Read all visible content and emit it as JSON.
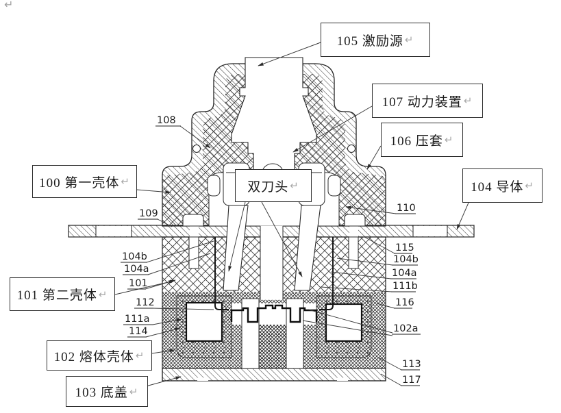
{
  "page": {
    "paragraph_mark": "↵"
  },
  "figure": {
    "callouts": [
      {
        "id": "105",
        "label": "105 激励源",
        "ret": "↵"
      },
      {
        "id": "107",
        "label": "107 动力装置",
        "ret": "↵"
      },
      {
        "id": "106",
        "label": "106 压套",
        "ret": "↵"
      },
      {
        "id": "100",
        "label": "100 第一壳体",
        "ret": "↵"
      },
      {
        "id": "blade",
        "label": "双刀头",
        "ret": "↵"
      },
      {
        "id": "104",
        "label": "104 导体",
        "ret": "↵"
      },
      {
        "id": "101",
        "label": "101 第二壳体",
        "ret": "↵"
      },
      {
        "id": "102",
        "label": "102 熔体壳体",
        "ret": "↵"
      },
      {
        "id": "103",
        "label": "103 底盖",
        "ret": "↵"
      }
    ],
    "refs": [
      "108",
      "109",
      "110",
      "104b",
      "104a",
      "101",
      "112",
      "111a",
      "114",
      "115",
      "104b",
      "104a",
      "111b",
      "116",
      "102a",
      "113",
      "117"
    ]
  }
}
